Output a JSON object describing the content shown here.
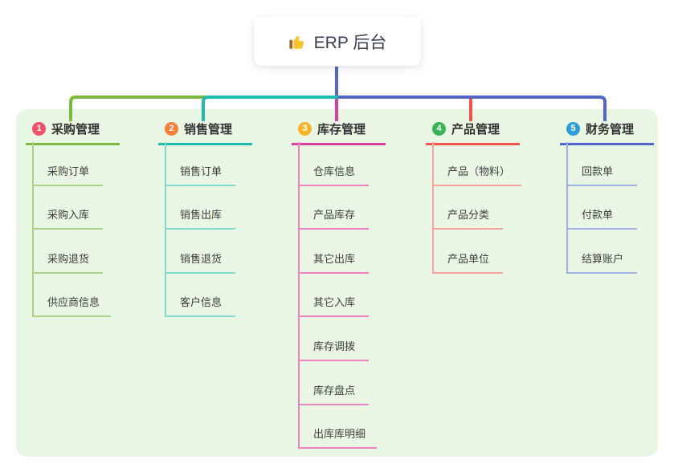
{
  "root": {
    "label": "ERP 后台",
    "icon": "thumbs-up-icon",
    "icon_colors": {
      "hand": "#f9c32c",
      "sleeve": "#9c6b33"
    }
  },
  "colors": {
    "panel_bg": "#e8f6e3",
    "root_stem": "#5366c8",
    "header_text": "#333333",
    "child_text": "#3d3d3d"
  },
  "branches": [
    {
      "index": "1",
      "label": "采购管理",
      "badge_color": "#f1506b",
      "line_color": "#7cb93e",
      "child_line_color": "#a9d485",
      "children": [
        "采购订单",
        "采购入库",
        "采购退货",
        "供应商信息"
      ]
    },
    {
      "index": "2",
      "label": "销售管理",
      "badge_color": "#f57f3b",
      "line_color": "#1fbcab",
      "child_line_color": "#84d9cc",
      "children": [
        "销售订单",
        "销售出库",
        "销售退货",
        "客户信息"
      ]
    },
    {
      "index": "3",
      "label": "库存管理",
      "badge_color": "#f7b32b",
      "line_color": "#d6429b",
      "child_line_color": "#ee82c0",
      "children": [
        "仓库信息",
        "产品库存",
        "其它出库",
        "其它入库",
        "库存调拨",
        "库存盘点",
        "出库库明细"
      ]
    },
    {
      "index": "4",
      "label": "产品管理",
      "badge_color": "#3bb257",
      "line_color": "#ef544e",
      "child_line_color": "#f5a29d",
      "children": [
        "产品（物料）",
        "产品分类",
        "产品单位"
      ]
    },
    {
      "index": "5",
      "label": "财务管理",
      "badge_color": "#2e9fdc",
      "line_color": "#5065c8",
      "child_line_color": "#9fb1e2",
      "children": [
        "回款单",
        "付款单",
        "结算账户"
      ]
    }
  ]
}
